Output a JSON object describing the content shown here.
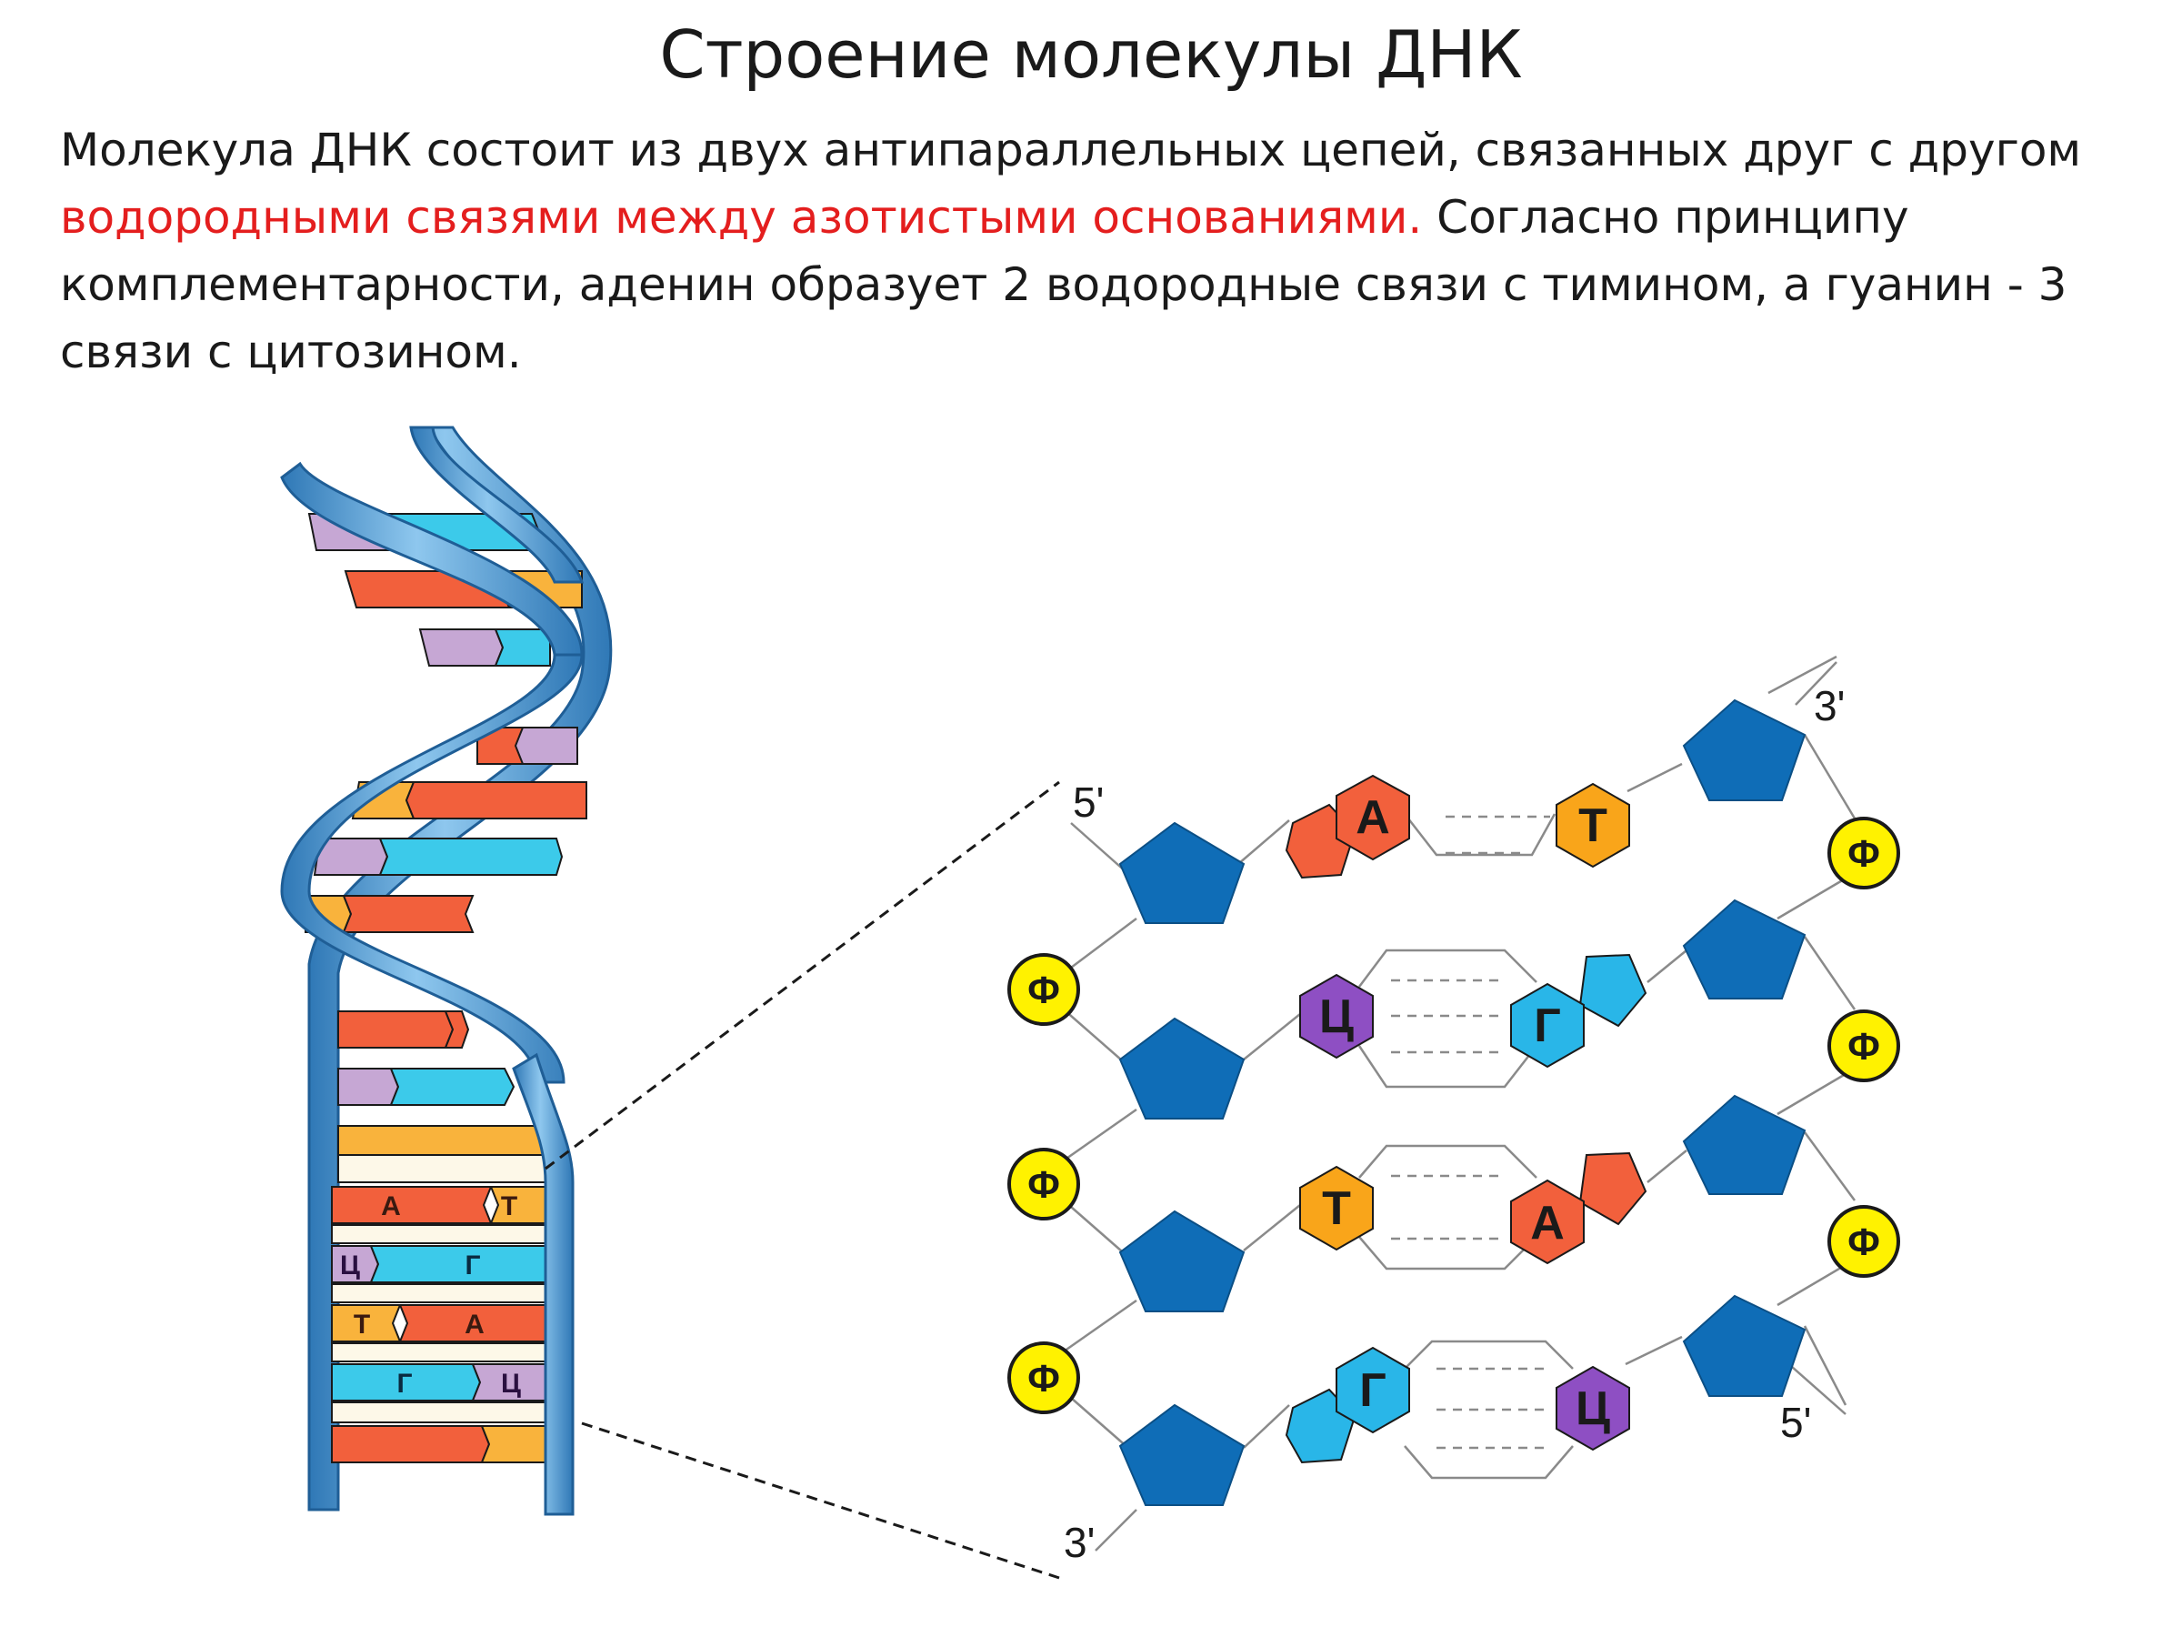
{
  "title": "Строение молекулы ДНК",
  "paragraph": {
    "part1": "Молекула ДНК состоит из двух антипараллельных цепей, связанных друг с другом ",
    "highlight": "водородными связями между азотистыми основаниями.",
    "part2": "  Согласно принципу комплементарности, аденин образует 2 водородные связи с тимином, а гуанин  - 3 связи с цитозином.",
    "highlight_color": "#e41e1e"
  },
  "helix": {
    "pairs_labeled": [
      {
        "left": "А",
        "right": "Т"
      },
      {
        "left": "Ц",
        "right": "Г"
      },
      {
        "left": "Т",
        "right": "А"
      },
      {
        "left": "Г",
        "right": "Ц"
      }
    ]
  },
  "detail": {
    "phosphate_label": "Ф",
    "left_top_end": "5'",
    "left_bottom_end": "3'",
    "right_top_end": "3'",
    "right_bottom_end": "5'",
    "pairs": [
      {
        "left": "А",
        "right": "Т"
      },
      {
        "left": "Ц",
        "right": "Г"
      },
      {
        "left": "Т",
        "right": "А"
      },
      {
        "left": "Г",
        "right": "Ц"
      }
    ]
  },
  "colors": {
    "adenine": "#f2603c",
    "thymine": "#f9a51a",
    "guanine": "#29b6e8",
    "cytosine": "#8e4fc3",
    "phosphate": "#fff200",
    "sugar": "#0f6db7",
    "backbone": "#4a9fd4"
  }
}
